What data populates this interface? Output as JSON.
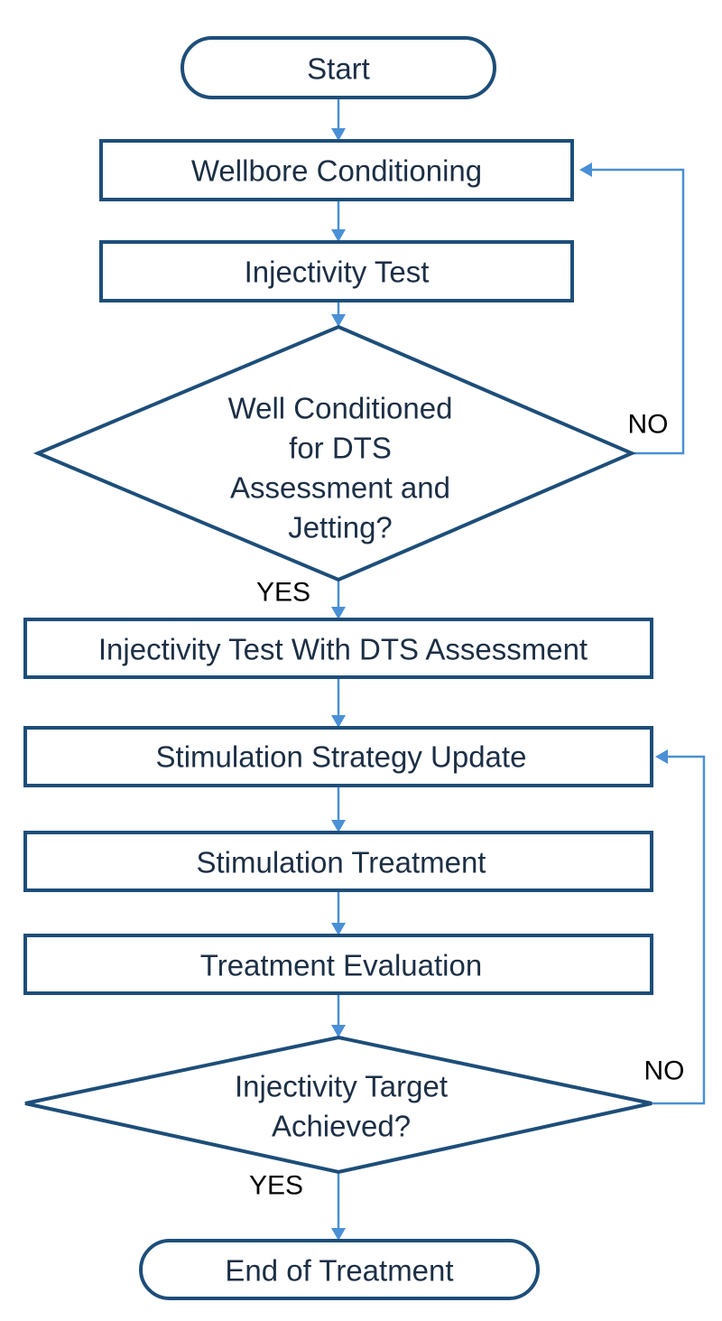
{
  "nodes": {
    "start": "Start",
    "wellbore_conditioning": "Wellbore Conditioning",
    "injectivity_test": "Injectivity Test",
    "decision_well_conditioned": [
      "Well Conditioned",
      "for DTS",
      "Assessment and",
      "Jetting?"
    ],
    "injectivity_test_dts": "Injectivity Test With DTS Assessment",
    "stimulation_strategy_update": "Stimulation Strategy Update",
    "stimulation_treatment": "Stimulation Treatment",
    "treatment_evaluation": "Treatment Evaluation",
    "decision_target_achieved": [
      "Injectivity Target",
      "Achieved?"
    ],
    "end": "End of Treatment"
  },
  "labels": {
    "no_1": "NO",
    "yes_1": "YES",
    "no_2": "NO",
    "yes_2": "YES"
  },
  "colors": {
    "shape_stroke": "#1d4e79",
    "connector": "#4a90d6",
    "text": "#1c2f45"
  }
}
